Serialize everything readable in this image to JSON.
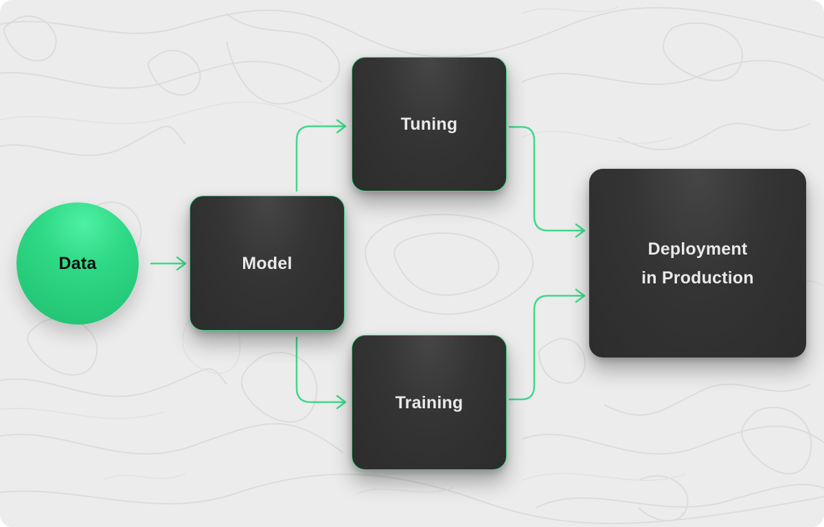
{
  "diagram": {
    "nodes": {
      "data": "Data",
      "model": "Model",
      "tuning": "Tuning",
      "training": "Training",
      "deployment_line1": "Deployment",
      "deployment_line2": "in Production"
    },
    "edges": [
      {
        "from": "data",
        "to": "model"
      },
      {
        "from": "model",
        "to": "tuning"
      },
      {
        "from": "model",
        "to": "training"
      },
      {
        "from": "tuning",
        "to": "deployment"
      },
      {
        "from": "training",
        "to": "deployment"
      }
    ]
  },
  "colors": {
    "background": "#ececec",
    "accent": "#2fd985",
    "node_fill": "#333333",
    "node_text": "#e9e9e9",
    "connector": "#3fd98a"
  }
}
